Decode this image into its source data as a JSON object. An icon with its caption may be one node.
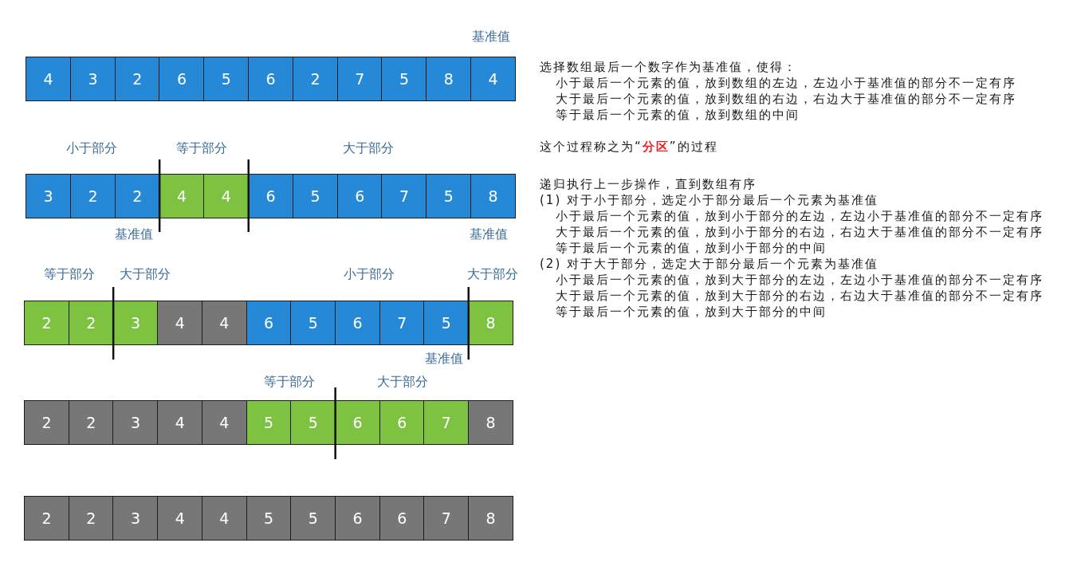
{
  "diagram": {
    "nodes": [
      {
        "text": [
          "4"
        ]
      },
      {
        "text": [
          "3"
        ]
      },
      {
        "text": [
          "2"
        ]
      },
      {
        "text": [
          "6"
        ]
      },
      {
        "text": [
          "5"
        ]
      },
      {
        "text": [
          "6"
        ]
      },
      {
        "text": [
          "2"
        ]
      },
      {
        "text": [
          "7"
        ]
      },
      {
        "text": [
          "5"
        ]
      },
      {
        "text": [
          "8"
        ]
      },
      {
        "text": [
          "4"
        ]
      },
      {
        "text": [
          "3"
        ]
      },
      {
        "text": [
          "2"
        ]
      },
      {
        "text": [
          "2"
        ]
      },
      {
        "text": [
          "4"
        ]
      },
      {
        "text": [
          "4"
        ]
      },
      {
        "text": [
          "6"
        ]
      },
      {
        "text": [
          "5"
        ]
      },
      {
        "text": [
          "6"
        ]
      },
      {
        "text": [
          "7"
        ]
      },
      {
        "text": [
          "5"
        ]
      },
      {
        "text": [
          "8"
        ]
      },
      {
        "text": [
          "2"
        ]
      },
      {
        "text": [
          "2"
        ]
      },
      {
        "text": [
          "3"
        ]
      },
      {
        "text": [
          "4"
        ]
      },
      {
        "text": [
          "4"
        ]
      },
      {
        "text": [
          "6"
        ]
      },
      {
        "text": [
          "5"
        ]
      },
      {
        "text": [
          "6"
        ]
      },
      {
        "text": [
          "7"
        ]
      },
      {
        "text": [
          "5"
        ]
      },
      {
        "text": [
          "8"
        ]
      },
      {
        "text": [
          "2"
        ]
      },
      {
        "text": [
          "2"
        ]
      },
      {
        "text": [
          "3"
        ]
      },
      {
        "text": [
          "4"
        ]
      },
      {
        "text": [
          "4"
        ]
      },
      {
        "text": [
          "5"
        ]
      },
      {
        "text": [
          "5"
        ]
      },
      {
        "text": [
          "6"
        ]
      },
      {
        "text": [
          "6"
        ]
      },
      {
        "text": [
          "7"
        ]
      },
      {
        "text": [
          "8"
        ]
      },
      {
        "text": [
          "2"
        ]
      },
      {
        "text": [
          "2"
        ]
      },
      {
        "text": [
          "3"
        ]
      },
      {
        "text": [
          "4"
        ]
      },
      {
        "text": [
          "4"
        ]
      },
      {
        "text": [
          "5"
        ]
      },
      {
        "text": [
          "5"
        ]
      },
      {
        "text": [
          "6"
        ]
      },
      {
        "text": [
          "6"
        ]
      },
      {
        "text": [
          "7"
        ]
      },
      {
        "text": [
          "8"
        ]
      }
    ],
    "labels": [
      "基准值",
      "小于部分",
      "等于部分",
      "大于部分",
      "基准值",
      "基准值",
      "等于部分",
      "大于部分",
      "小于部分",
      "大于部分",
      "基准值",
      "等于部分",
      "大于部分",
      "选择数组最后一个数字作为基准值，使得：",
      "小于最后一个元素的值，放到数组的左边，左边小于基准值的部分不一定有序",
      "大于最后一个元素的值，放到数组的右边，右边大于基准值的部分不一定有序",
      "等于最后一个元素的值，放到数组的中间",
      "这个过程称之为“**分区**”的过程",
      "递归执行上一步操作，直到数组有序",
      "(1) 对于小于部分，选定小于部分最后一个元素为基准值",
      "小于最后一个元素的值，放到小于部分的左边，左边小于基准值的部分不一定有序",
      "大于最后一个元素的值，放到小于部分的右边，右边大于基准值的部分不一定有序",
      "等于最后一个元素的值，放到小于部分的中间",
      "(2) 对于大于部分，选定大于部分最后一个元素为基准值",
      "小于最后一个元素的值，放到大于部分的左边，左边小于基准值的部分不一定有序",
      "大于最后一个元素的值，放到大于部分的右边，右边大于基准值的部分不一定有序",
      "等于最后一个元素的值，放到大于部分的中间"
    ]
  }
}
